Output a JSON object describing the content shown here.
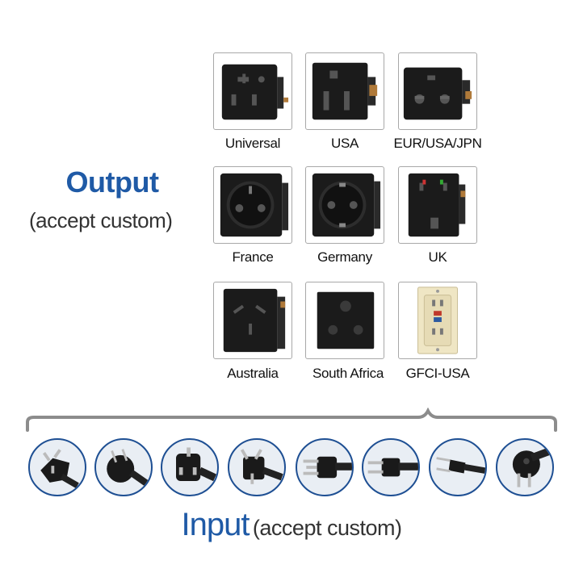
{
  "output": {
    "title": "Output",
    "subtitle": "(accept custom)",
    "sockets": [
      {
        "label": "Universal",
        "icon": "universal-socket-icon"
      },
      {
        "label": "USA",
        "icon": "usa-socket-icon"
      },
      {
        "label": "EUR/USA/JPN",
        "icon": "eur-usa-jpn-socket-icon"
      },
      {
        "label": "France",
        "icon": "france-socket-icon"
      },
      {
        "label": "Germany",
        "icon": "germany-socket-icon"
      },
      {
        "label": "UK",
        "icon": "uk-socket-icon"
      },
      {
        "label": "Australia",
        "icon": "australia-socket-icon"
      },
      {
        "label": "South Africa",
        "icon": "south-africa-socket-icon"
      },
      {
        "label": "GFCI-USA",
        "icon": "gfci-usa-socket-icon"
      }
    ]
  },
  "input": {
    "title": "Input",
    "subtitle": "(accept custom)",
    "plugs": [
      "china-plug-icon",
      "schuko-plug-icon",
      "uk-plug-icon",
      "australia-plug-icon",
      "usa-grounded-plug-icon",
      "usa-two-pin-plug-icon",
      "euro-plug-icon",
      "usa-angled-plug-icon"
    ]
  },
  "colors": {
    "accent": "#1f5aa6",
    "plug_ring": "#1e4f93",
    "socket_body": "#1b1b1b",
    "brace": "#8c8c8c"
  }
}
